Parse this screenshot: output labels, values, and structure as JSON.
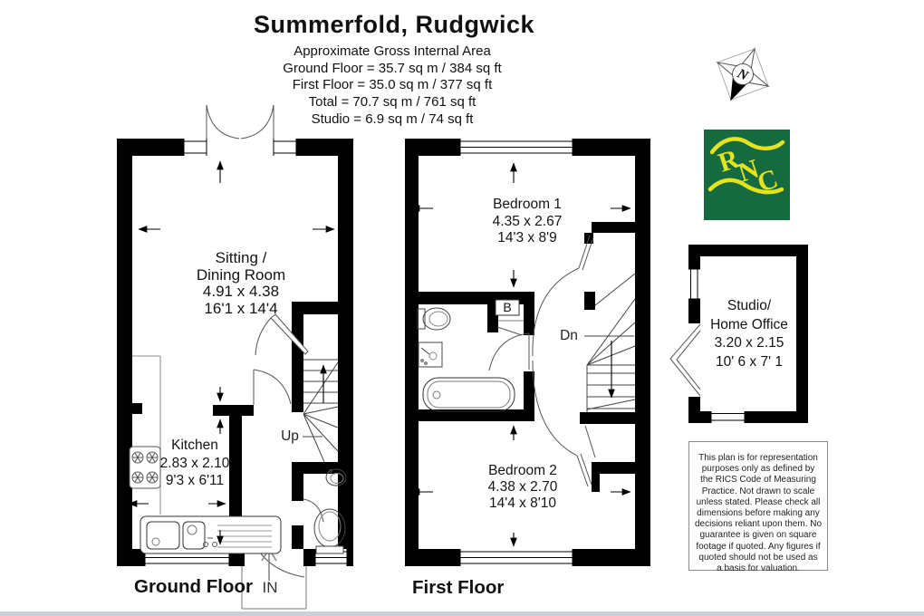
{
  "header": {
    "title": "Summerfold, Rudgwick",
    "area_heading": "Approximate Gross Internal Area",
    "area_lines": [
      "Ground Floor = 35.7 sq m / 384 sq ft",
      "First Floor = 35.0 sq m / 377 sq ft",
      "Total = 70.7 sq m / 761 sq ft",
      "Studio = 6.9 sq m / 74 sq ft"
    ]
  },
  "compass": {
    "north_label": "N"
  },
  "logo": {
    "letters": [
      "R",
      "N",
      "C"
    ],
    "bg_color": "#156B3F",
    "accent_color": "#E4E320"
  },
  "floors": {
    "ground": {
      "label": "Ground Floor",
      "stairs_label": "Up",
      "entrance_label": "IN",
      "rooms": {
        "sitting": {
          "line1": "Sitting /",
          "line2": "Dining Room",
          "metric": "4.91 x 4.38",
          "imperial": "16'1 x 14'4"
        },
        "kitchen": {
          "name": "Kitchen",
          "metric": "2.83 x 2.10",
          "imperial": "9'3 x 6'11"
        }
      }
    },
    "first": {
      "label": "First Floor",
      "stairs_label": "Dn",
      "boiler_label": "B",
      "rooms": {
        "bedroom1": {
          "name": "Bedroom 1",
          "metric": "4.35 x 2.67",
          "imperial": "14'3 x 8'9"
        },
        "bedroom2": {
          "name": "Bedroom 2",
          "metric": "4.38 x 2.70",
          "imperial": "14'4 x 8'10"
        }
      }
    },
    "studio": {
      "rooms": {
        "studio": {
          "line1": "Studio/",
          "line2": "Home Office",
          "metric": "3.20 x 2.15",
          "imperial": "10' 6 x 7' 1"
        }
      }
    }
  },
  "disclaimer": {
    "lines": [
      "This plan is for representation",
      "purposes only as defined by",
      "the RICS Code of Measuring",
      "Practice. Not drawn to scale",
      "unless stated. Please check all",
      "dimensions before making any",
      "decisions reliant upon them. No",
      "guarantee is given on square",
      "footage if quoted. Any figures if",
      "quoted should not be used as",
      "a basis for valuation."
    ]
  }
}
